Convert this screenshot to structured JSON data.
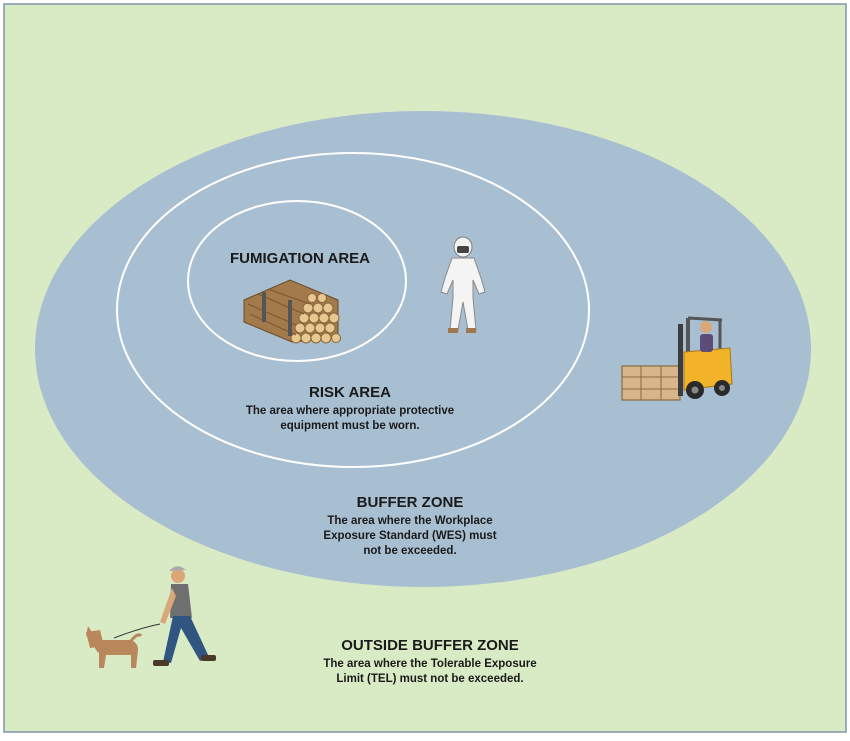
{
  "zones": {
    "fumigation": {
      "title": "FUMIGATION AREA"
    },
    "risk": {
      "title": "RISK AREA",
      "line1": "The area where appropriate protective",
      "line2": "equipment must be worn."
    },
    "buffer": {
      "title": "BUFFER ZONE",
      "line1": "The area where the Workplace",
      "line2": "Exposure Standard (WES) must",
      "line3": "not be exceeded."
    },
    "outside": {
      "title": "OUTSIDE BUFFER ZONE",
      "line1": "The area where the Tolerable Exposure",
      "line2": "Limit (TEL) must not be exceeded."
    }
  },
  "figures": [
    "timber-stack-icon",
    "protective-suit-worker-icon",
    "forklift-icon",
    "person-walking-dog-icon"
  ],
  "colors": {
    "outer_background": "#d9ebc5",
    "buffer_zone": "#a8bfd2",
    "zone_lines": "#ffffff",
    "frame_border": "#7f95a8"
  }
}
